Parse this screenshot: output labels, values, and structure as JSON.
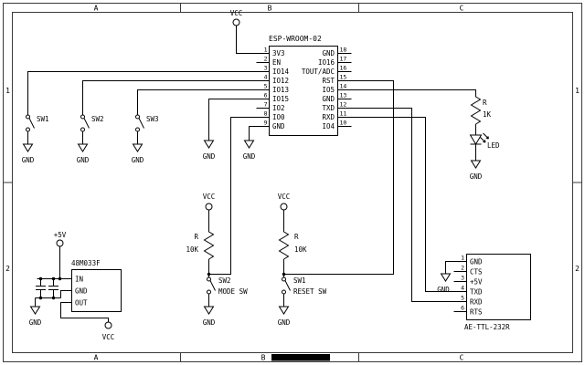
{
  "frame": {
    "cols": [
      "A",
      "B",
      "C"
    ],
    "rows": [
      "1",
      "2"
    ]
  },
  "net_labels": {
    "vcc": "VCC",
    "gnd": "GND",
    "plus5v": "+5V"
  },
  "ic": {
    "name": "ESP-WROOM-02",
    "left_pins": [
      {
        "num": "1",
        "name": "3V3"
      },
      {
        "num": "2",
        "name": "EN"
      },
      {
        "num": "3",
        "name": "IO14"
      },
      {
        "num": "4",
        "name": "IO12"
      },
      {
        "num": "5",
        "name": "IO13"
      },
      {
        "num": "6",
        "name": "IO15"
      },
      {
        "num": "7",
        "name": "IO2"
      },
      {
        "num": "8",
        "name": "IO0"
      },
      {
        "num": "9",
        "name": "GND"
      }
    ],
    "right_pins": [
      {
        "num": "18",
        "name": "GND"
      },
      {
        "num": "17",
        "name": "IO16"
      },
      {
        "num": "16",
        "name": "TOUT/ADC"
      },
      {
        "num": "15",
        "name": "RST"
      },
      {
        "num": "14",
        "name": "IO5"
      },
      {
        "num": "13",
        "name": "GND"
      },
      {
        "num": "12",
        "name": "TXD"
      },
      {
        "num": "11",
        "name": "RXD"
      },
      {
        "num": "10",
        "name": "IO4"
      }
    ]
  },
  "buttons": [
    {
      "ref": "SW1"
    },
    {
      "ref": "SW2"
    },
    {
      "ref": "SW3"
    }
  ],
  "pullups": {
    "mode": {
      "ref": "R",
      "value": "10K",
      "sw_ref": "SW2",
      "sw_label": "MODE SW"
    },
    "reset": {
      "ref": "R",
      "value": "10K",
      "sw_ref": "SW1",
      "sw_label": "RESET SW"
    }
  },
  "led": {
    "res_ref": "R",
    "res_value": "1K",
    "label": "LED"
  },
  "regulator": {
    "name": "48M033F",
    "pins": [
      {
        "name": "IN"
      },
      {
        "name": "GND"
      },
      {
        "name": "OUT"
      }
    ]
  },
  "serial": {
    "name": "AE-TTL-232R",
    "pins": [
      {
        "num": "1",
        "name": "GND"
      },
      {
        "num": "2",
        "name": "CTS"
      },
      {
        "num": "3",
        "name": "+5V"
      },
      {
        "num": "4",
        "name": "TXD"
      },
      {
        "num": "5",
        "name": "RXD"
      },
      {
        "num": "6",
        "name": "RTS"
      }
    ]
  }
}
